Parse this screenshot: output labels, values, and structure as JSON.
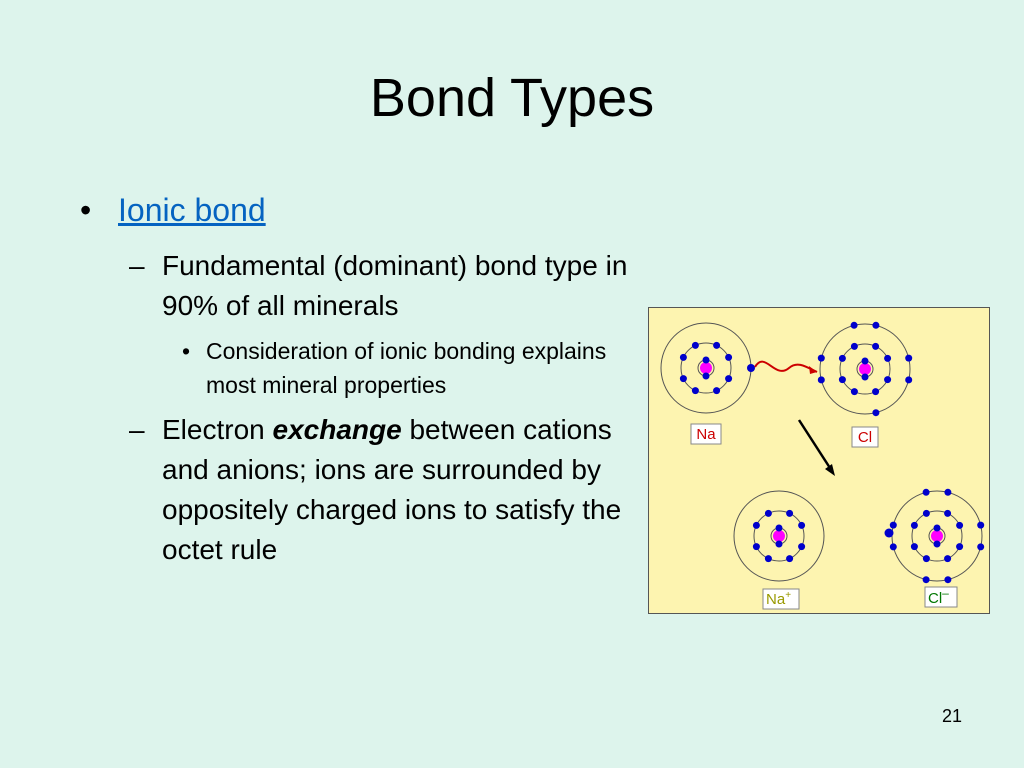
{
  "slide": {
    "title": "Bond Types",
    "bullet_level1": {
      "marker": "•",
      "text": "Ionic bond"
    },
    "sub1": {
      "marker": "–",
      "text": "Fundamental (dominant) bond type in 90% of all minerals"
    },
    "sub1_point": {
      "marker": "•",
      "text": "Consideration of ionic bonding explains most mineral properties"
    },
    "sub2": {
      "marker": "–",
      "text_before": "Electron ",
      "emphasis": "exchange",
      "text_after": " between cations and anions; ions are surrounded by oppositely charged ions to satisfy the octet rule"
    },
    "page_number": "21"
  },
  "diagram": {
    "labels": {
      "na": "Na",
      "cl": "Cl",
      "na_ion": "Na",
      "na_ion_charge": "+",
      "cl_ion": "Cl",
      "cl_ion_charge": "–"
    },
    "atoms": [
      {
        "name": "na-atom",
        "inner_electrons": 2,
        "middle_electrons": 8,
        "outer_electrons": 1
      },
      {
        "name": "cl-atom",
        "inner_electrons": 2,
        "middle_electrons": 8,
        "outer_electrons": 7
      },
      {
        "name": "na-ion",
        "inner_electrons": 2,
        "middle_electrons": 8,
        "outer_electrons": 0
      },
      {
        "name": "cl-ion",
        "inner_electrons": 2,
        "middle_electrons": 8,
        "outer_electrons": 8
      }
    ],
    "colors": {
      "nucleus": "#ff00ff",
      "electron": "#0000cc",
      "shell": "#555555",
      "transfer_arrow": "#cc0000",
      "reaction_arrow": "#000000",
      "na_label": "#cc0000",
      "cl_label": "#cc0000",
      "na_ion_label": "#999900",
      "cl_ion_label": "#007700",
      "background": "#fdf4b0"
    }
  }
}
